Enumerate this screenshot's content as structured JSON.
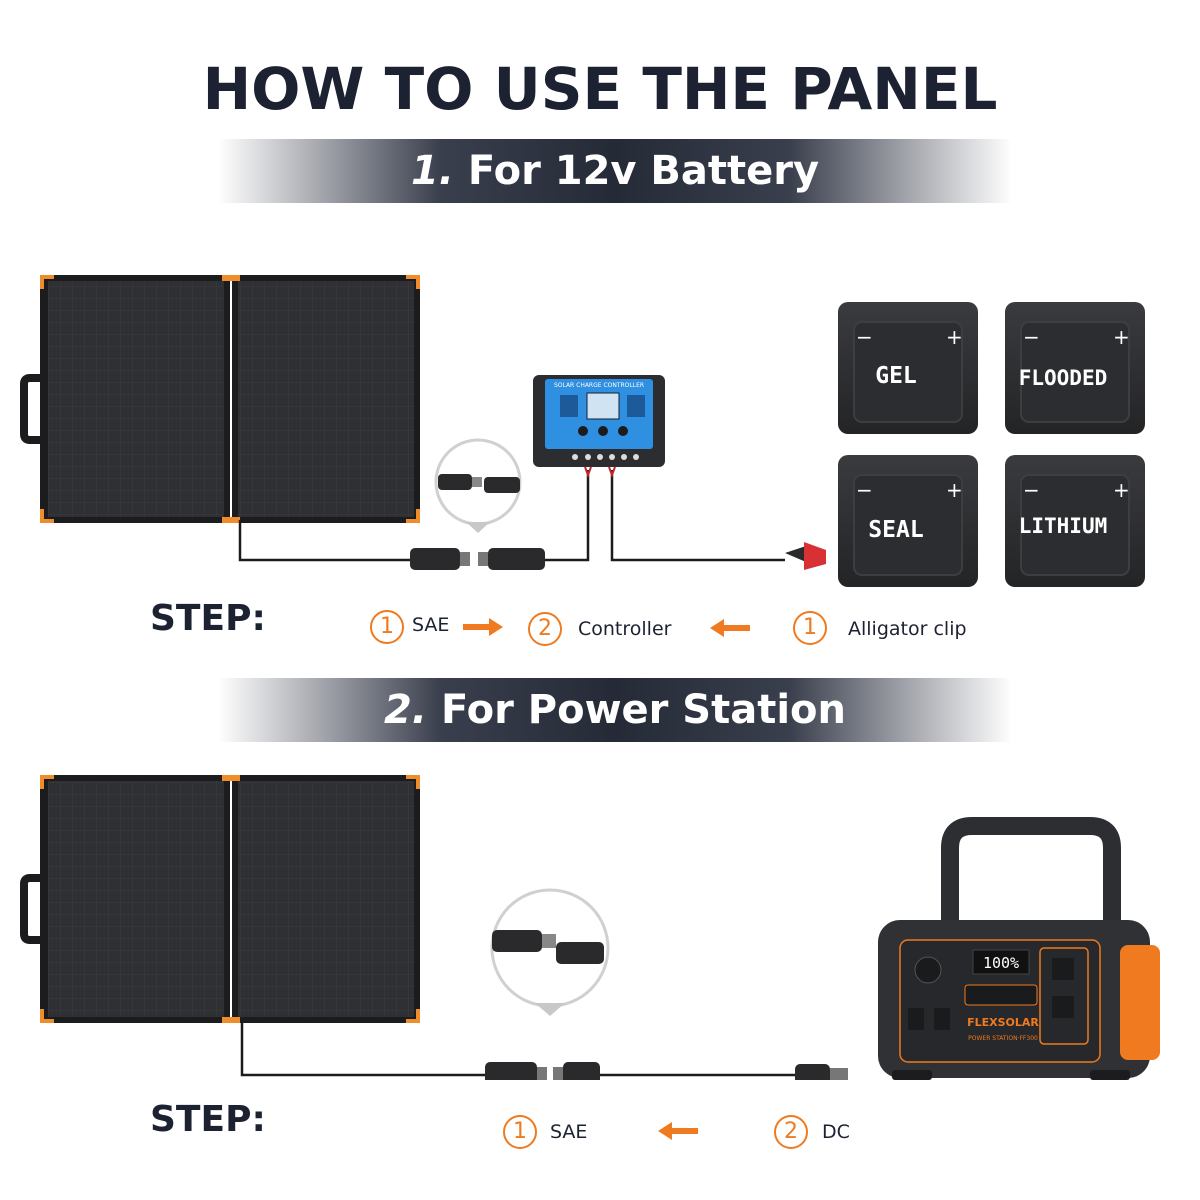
{
  "title": "HOW TO USE THE PANEL",
  "section1": {
    "number": "1.",
    "label": "For 12v Battery",
    "controller_text": "SOLAR CHARGE CONTROLLER",
    "batteries": [
      "GEL",
      "FLOODED",
      "SEAL",
      "LITHIUM"
    ],
    "step_label": "STEP:",
    "steps": [
      {
        "num": "1",
        "text": "SAE"
      },
      {
        "num": "2",
        "text": "Controller"
      },
      {
        "num": "1",
        "text": "Alligator clip"
      }
    ]
  },
  "section2": {
    "number": "2.",
    "label": "For Power Station",
    "station_display": "100%",
    "station_brand": "FLEXSOLAR",
    "station_model": "POWER STATION·FF300",
    "step_label": "STEP:",
    "steps": [
      {
        "num": "1",
        "text": "SAE"
      },
      {
        "num": "2",
        "text": "DC"
      }
    ]
  },
  "colors": {
    "accent": "#ef7a1f",
    "dark": "#1d2233",
    "panel": "#2c2c2e",
    "banner": "#252a37"
  }
}
